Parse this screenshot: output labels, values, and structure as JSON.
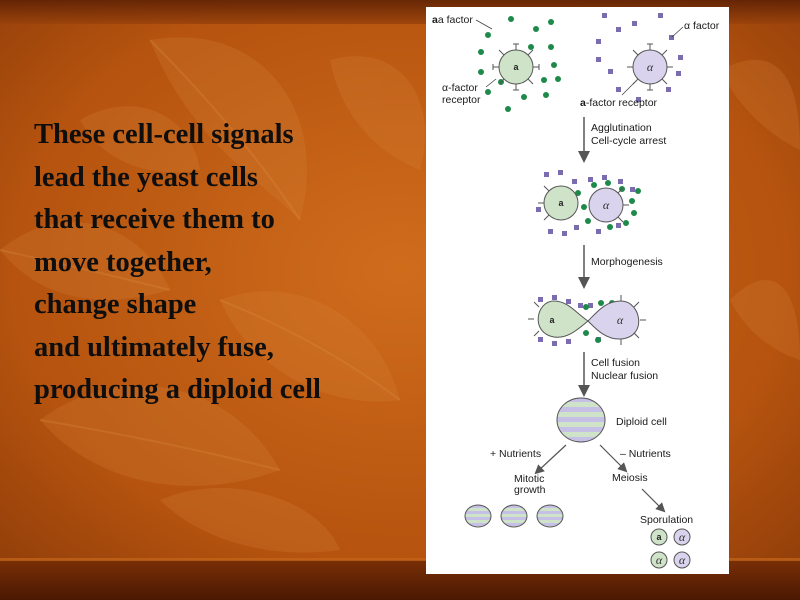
{
  "slide": {
    "body_lines": [
      "These cell-cell signals",
      "lead the yeast cells",
      "that receive them to",
      "move together,",
      "change shape",
      "and ultimately fuse,",
      "producing a diploid cell"
    ]
  },
  "figure": {
    "a_factor_label": "a factor",
    "alpha_factor_label": "α factor",
    "alpha_factor_receptor_line1": "α-factor",
    "alpha_factor_receptor_line2": "receptor",
    "a_factor_receptor_prefix": "a",
    "a_factor_receptor_suffix": "-factor receptor",
    "step1_line1": "Agglutination",
    "step1_line2": "Cell-cycle arrest",
    "step2": "Morphogenesis",
    "step3_line1": "Cell fusion",
    "step3_line2": "Nuclear fusion",
    "diploid_label": "Diploid cell",
    "plus_nutrients": "+ Nutrients",
    "minus_nutrients": "– Nutrients",
    "mitotic_line1": "Mitotic",
    "mitotic_line2": "growth",
    "meiosis": "Meiosis",
    "sporulation": "Sporulation",
    "cell_a_glyph": "a",
    "cell_alpha_glyph": "α"
  },
  "colors": {
    "background": "#b8560f",
    "green_pheromone": "#1e8a4a",
    "purple_pheromone": "#7a6cae",
    "cell_a_fill": "#cfe3c8",
    "cell_alpha_fill": "#d9d3ee",
    "text": "#0e0e0e"
  }
}
